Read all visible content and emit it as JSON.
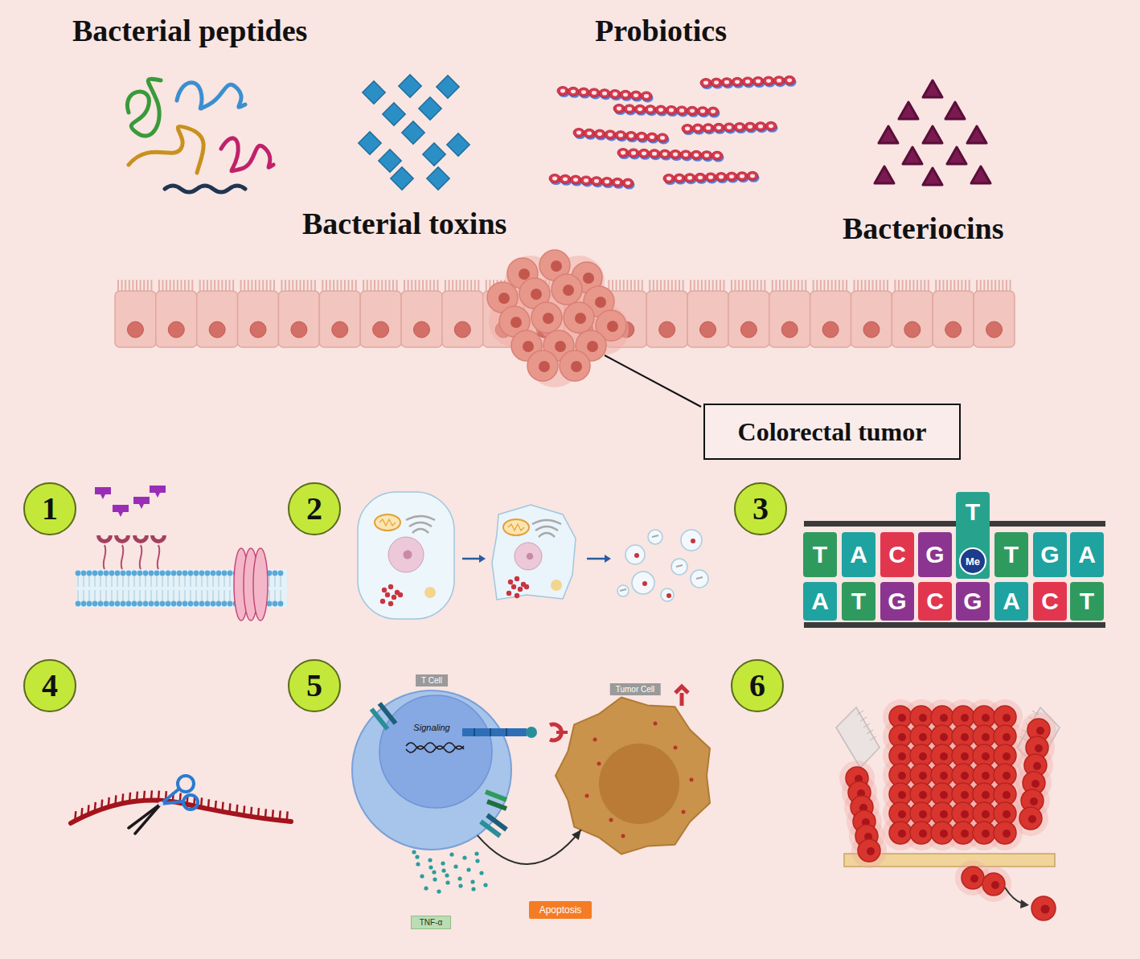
{
  "diagram": {
    "nodes": [
      {
        "text": [
          "Colorectal tumor"
        ]
      },
      {
        "text": [
          "1"
        ]
      },
      {
        "text": [
          "2"
        ]
      },
      {
        "text": [
          "3"
        ]
      },
      {
        "text": [
          "T"
        ]
      },
      {
        "text": [
          "A"
        ]
      },
      {
        "text": [
          "C"
        ]
      },
      {
        "text": [
          "G"
        ]
      },
      {
        "text": [
          "T"
        ]
      },
      {
        "text": [
          "Me"
        ],
        "in": 8
      },
      {
        "text": [
          "T"
        ]
      },
      {
        "text": [
          "G"
        ]
      },
      {
        "text": [
          "A"
        ]
      },
      {
        "text": [
          "A"
        ]
      },
      {
        "text": [
          "T"
        ]
      },
      {
        "text": [
          "G"
        ]
      },
      {
        "text": [
          "C"
        ]
      },
      {
        "text": [
          "G"
        ]
      },
      {
        "text": [
          "A"
        ]
      },
      {
        "text": [
          "C"
        ]
      },
      {
        "text": [
          "T"
        ]
      },
      {
        "text": [
          "4"
        ]
      },
      {
        "text": [
          "5"
        ]
      },
      {
        "text": [
          "T Cell",
          "Signaling"
        ]
      },
      {
        "text": [
          "Tumor Cell"
        ]
      },
      {
        "text": [
          "TNF-α"
        ]
      },
      {
        "text": [
          "Apoptosis"
        ]
      },
      {
        "text": [
          "6"
        ]
      }
    ],
    "edges": [
      {
        "from": 23,
        "to": 24,
        "arrow": "to"
      }
    ],
    "labels": [
      "Bacterial peptides",
      "Probiotics",
      "Bacterial toxins",
      "Bacteriocins"
    ]
  }
}
